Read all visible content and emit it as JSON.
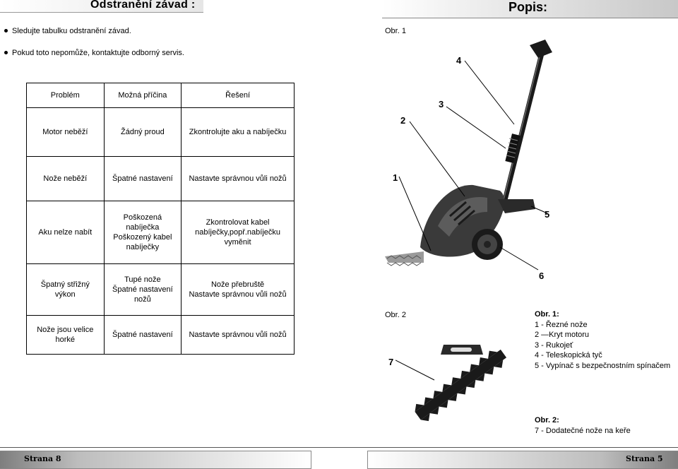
{
  "left_page": {
    "title": "Odstranění závad :",
    "bullets": [
      "Sledujte tabulku odstranění závad.",
      "Pokud toto nepomůže, kontaktujte odborný servis."
    ],
    "table": {
      "headers": [
        "Problém",
        "Možná příčina",
        "Řešení"
      ],
      "rows": [
        [
          "Motor neběží",
          "Žádný proud",
          "Zkontrolujte aku a nabíječku"
        ],
        [
          "Nože neběží",
          "Špatné nastavení",
          "Nastavte správnou vůli nožů"
        ],
        [
          "Aku nelze nabít",
          "Poškozená\nnabíječka\nPoškozený kabel\nnabíječky",
          "Zkontrolovat kabel\nnabíječky,popř.nabíječku\nvyměnit"
        ],
        [
          "Špatný střižný výkon",
          "Tupé nože\nŠpatné nastavení\nnožů",
          "Nože přebruště\nNastavte správnou vůli nožů"
        ],
        [
          "Nože jsou velice horké",
          "Špatné nastavení",
          "Nastavte správnou vůli nožů"
        ]
      ]
    },
    "footer": "Strana 8"
  },
  "right_page": {
    "title": "Popis:",
    "fig1_label": "Obr. 1",
    "fig2_label": "Obr. 2",
    "callouts": [
      "1",
      "2",
      "3",
      "4",
      "5",
      "6",
      "7"
    ],
    "legend1": {
      "heading": "Obr. 1:",
      "items": [
        "1 - Řezné nože",
        "2 —Kryt motoru",
        "3 - Rukojeť",
        "4 - Teleskopická tyč",
        "5 - Vypínač s bezpečnostním spínačem"
      ]
    },
    "legend2": {
      "heading": "Obr. 2:",
      "items": [
        "7 - Dodatečné nože na keře"
      ]
    },
    "footer": "Strana 5"
  },
  "colors": {
    "header_gray": "#c8c8c8",
    "footer_gray": "#7e7e7e",
    "tool_dark": "#2a2a2a"
  }
}
